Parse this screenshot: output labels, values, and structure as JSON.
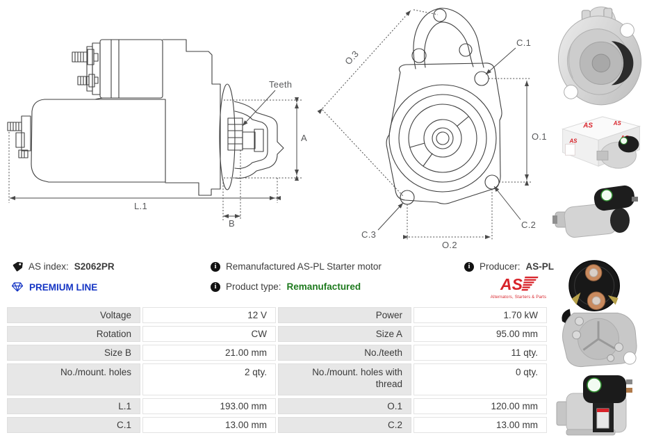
{
  "info": {
    "as_index": {
      "label": "AS index:",
      "value": "S2062PR"
    },
    "premium_line": "PREMIUM LINE",
    "description": "Remanufactured AS-PL Starter motor",
    "product_type": {
      "label": "Product type:",
      "value": "Remanufactured"
    },
    "producer": {
      "label": "Producer:",
      "value": "AS-PL"
    },
    "logo": {
      "text": "AS",
      "tagline": "Alternators, Starters & Parts"
    },
    "info_glyph": "i"
  },
  "drawing": {
    "side_view": {
      "teeth": "Teeth",
      "a": "A",
      "l1": "L.1",
      "b": "B"
    },
    "front_view": {
      "o3": "O.3",
      "c1": "C.1",
      "o1": "O.1",
      "c2": "C.2",
      "c3": "C.3",
      "o2": "O.2"
    }
  },
  "spec_table": {
    "rows": [
      {
        "label1": "Voltage",
        "value1": "12 V",
        "label2": "Power",
        "value2": "1.70 kW"
      },
      {
        "label1": "Rotation",
        "value1": "CW",
        "label2": "Size A",
        "value2": "95.00 mm"
      },
      {
        "label1": "Size B",
        "value1": "21.00 mm",
        "label2": "No./teeth",
        "value2": "11 qty."
      },
      {
        "label1": "No./mount. holes",
        "value1": "2 qty.",
        "label2": "No./mount. holes with thread",
        "value2": "0 qty."
      },
      {
        "label1": "L.1",
        "value1": "193.00 mm",
        "label2": "O.1",
        "value2": "120.00 mm"
      },
      {
        "label1": "C.1",
        "value1": "13.00 mm",
        "label2": "C.2",
        "value2": "13.00 mm"
      }
    ]
  },
  "photos": [
    {
      "name": "front-face-view"
    },
    {
      "name": "retail-box-with-starter"
    },
    {
      "name": "starter-angled-view"
    },
    {
      "name": "rear-solenoid-view"
    },
    {
      "name": "starter-side-view"
    }
  ],
  "colors": {
    "premium_blue": "#1535c4",
    "product_type_green": "#1e7a1e",
    "brand_red": "#d8232a",
    "table_label_bg": "#e7e7e7",
    "text": "#3c3c3c",
    "drawing_line": "#3e3e3e",
    "drawing_label": "#58595b"
  }
}
